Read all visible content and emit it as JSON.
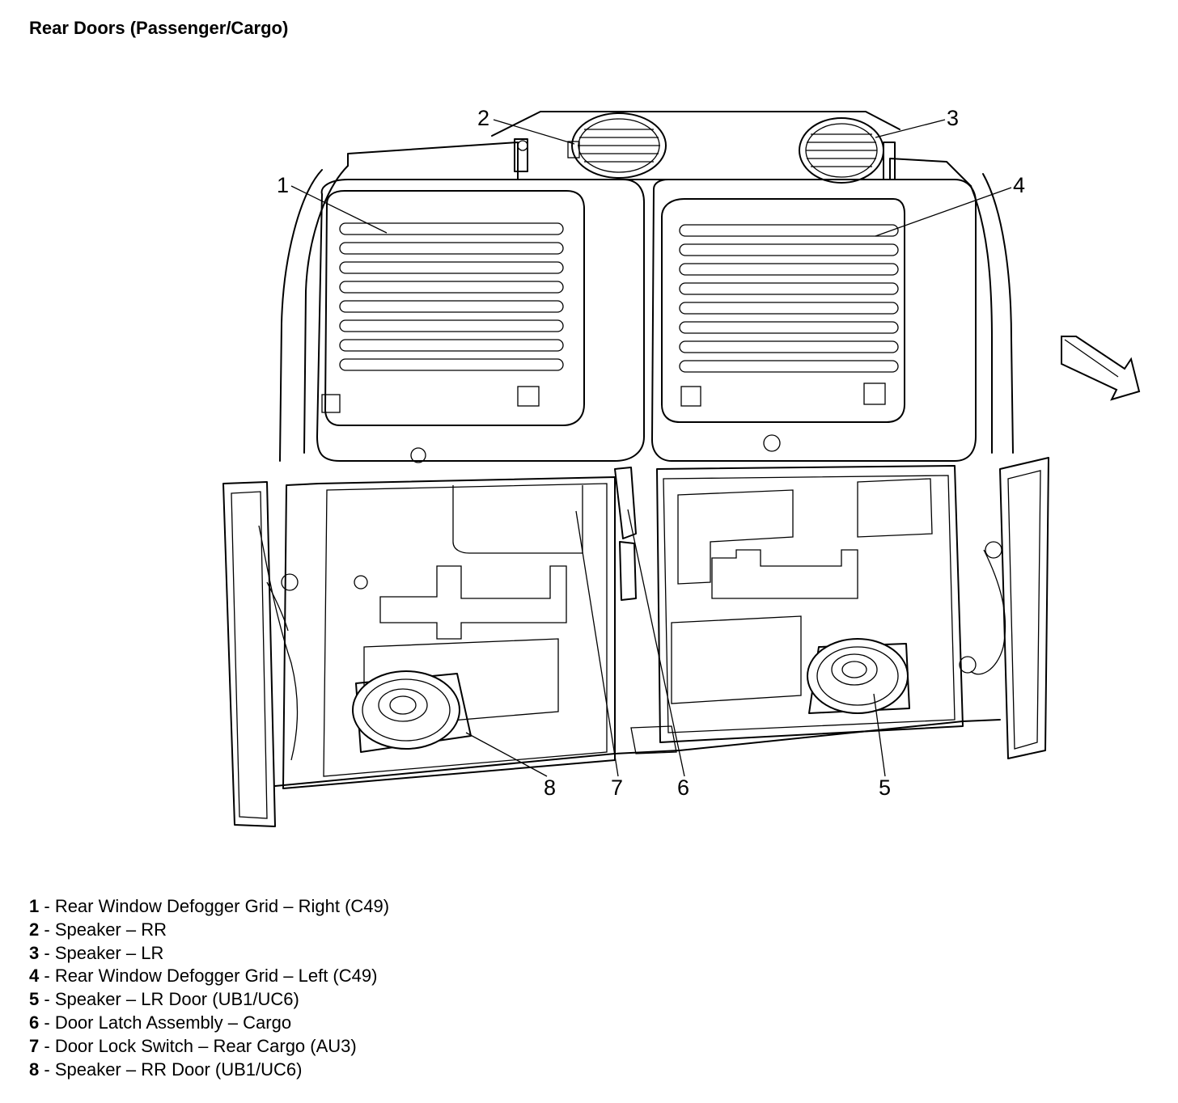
{
  "title": "Rear Doors (Passenger/Cargo)",
  "callouts": [
    "1",
    "2",
    "3",
    "4",
    "5",
    "6",
    "7",
    "8"
  ],
  "legend": [
    {
      "num": "1",
      "sep": " - ",
      "text": "Rear Window Defogger Grid – Right (C49)"
    },
    {
      "num": "2",
      "sep": " - ",
      "text": "Speaker – RR"
    },
    {
      "num": "3",
      "sep": " - ",
      "text": "Speaker – LR"
    },
    {
      "num": "4",
      "sep": " - ",
      "text": "Rear Window Defogger Grid – Left (C49)"
    },
    {
      "num": "5",
      "sep": " - ",
      "text": "Speaker – LR Door (UB1/UC6)"
    },
    {
      "num": "6",
      "sep": " - ",
      "text": "Door Latch Assembly – Cargo"
    },
    {
      "num": "7",
      "sep": " - ",
      "text": "Door Lock Switch – Rear Cargo (AU3)"
    },
    {
      "num": "8",
      "sep": " - ",
      "text": "Speaker – RR Door (UB1/UC6)"
    }
  ]
}
